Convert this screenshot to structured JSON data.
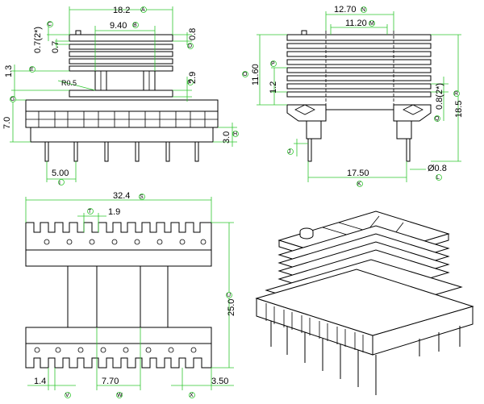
{
  "top_left_view": {
    "dims": {
      "overall_width": "18.2",
      "inner_width": "9.40",
      "flange_thk": "0.7(2*)",
      "slot_gap": "0.7",
      "top_flange": "0.8",
      "height_a": "1.3",
      "radius": "R0.5",
      "height_b": "2.9",
      "base_height": "7.0",
      "pin_stub": "3.0",
      "pin_pitch": "5.00"
    },
    "markers": {
      "A": "A",
      "B": "B",
      "C": "C",
      "D": "D",
      "E": "E",
      "F": "F",
      "G": "G",
      "H": "H",
      "I": "I"
    }
  },
  "top_right_view": {
    "dims": {
      "outer_width": "12.70",
      "inner_width": "11.20",
      "height": "11.60",
      "step": "1.2",
      "flange": "0.8(2*)",
      "total_height": "18.5",
      "pin_span": "17.50",
      "pin_dia": "Ø0.8"
    },
    "markers": {
      "N": "N",
      "M": "M",
      "O": "O",
      "P": "P",
      "Q": "Q",
      "R": "R",
      "J": "J",
      "K": "K",
      "L": "L"
    }
  },
  "bottom_left_view": {
    "dims": {
      "overall_width": "32.4",
      "slot_width": "1.9",
      "height": "25.0",
      "pin_width": "1.4",
      "core_width": "7.70",
      "edge_offset": "3.50"
    },
    "markers": {
      "S": "S",
      "T": "T",
      "U": "U",
      "V": "V",
      "W": "W",
      "X": "X"
    }
  },
  "colors": {
    "dimension_line": "#2fc72f",
    "outline": "#000000",
    "background": "#ffffff"
  }
}
